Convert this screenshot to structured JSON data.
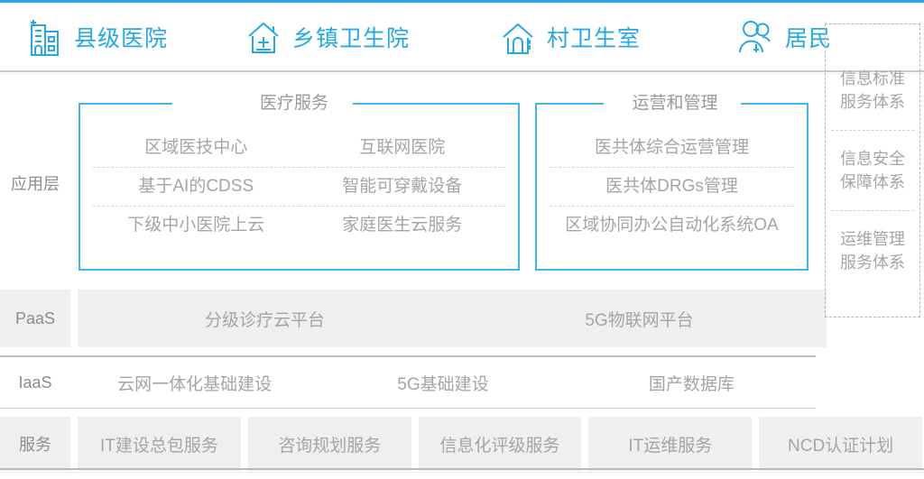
{
  "theme": {
    "accent": "#24A9E5",
    "panel_border": "#3FB5EE",
    "text_gray": "#a5a5a5",
    "shade": "#efefef"
  },
  "header": {
    "items": [
      {
        "icon": "hospital-building-icon",
        "label": "县级医院"
      },
      {
        "icon": "township-clinic-icon",
        "label": "乡镇卫生院"
      },
      {
        "icon": "village-clinic-icon",
        "label": "村卫生室"
      },
      {
        "icon": "residents-people-icon",
        "label": "居民"
      }
    ]
  },
  "layers": {
    "application": {
      "label": "应用层",
      "panels": [
        {
          "title": "医疗服务",
          "columns": [
            {
              "cells": [
                "区域医技中心",
                "基于AI的CDSS",
                "下级中小医院上云"
              ]
            },
            {
              "cells": [
                "互联网医院",
                "智能可穿戴设备",
                "家庭医生云服务"
              ]
            }
          ]
        },
        {
          "title": "运营和管理",
          "columns": [
            {
              "cells": [
                "医共体综合运营管理",
                "医共体DRGs管理",
                "区域协同办公自动化系统OA"
              ]
            }
          ]
        }
      ]
    },
    "paas": {
      "label": "PaaS",
      "items": [
        "分级诊疗云平台",
        "5G物联网平台"
      ]
    },
    "iaas": {
      "label": "IaaS",
      "items": [
        "云网一体化基础建设",
        "5G基础建设",
        "国产数据库"
      ]
    },
    "service": {
      "label": "服务",
      "items": [
        "IT建设总包服务",
        "咨询规划服务",
        "信息化评级服务",
        "IT运维服务",
        "NCD认证计划"
      ]
    }
  },
  "sidebar": {
    "items": [
      "信息标准\n服务体系",
      "信息安全\n保障体系",
      "运维管理\n服务体系"
    ],
    "lines": [
      [
        "信息标准",
        "服务体系"
      ],
      [
        "信息安全",
        "保障体系"
      ],
      [
        "运维管理",
        "服务体系"
      ]
    ]
  }
}
